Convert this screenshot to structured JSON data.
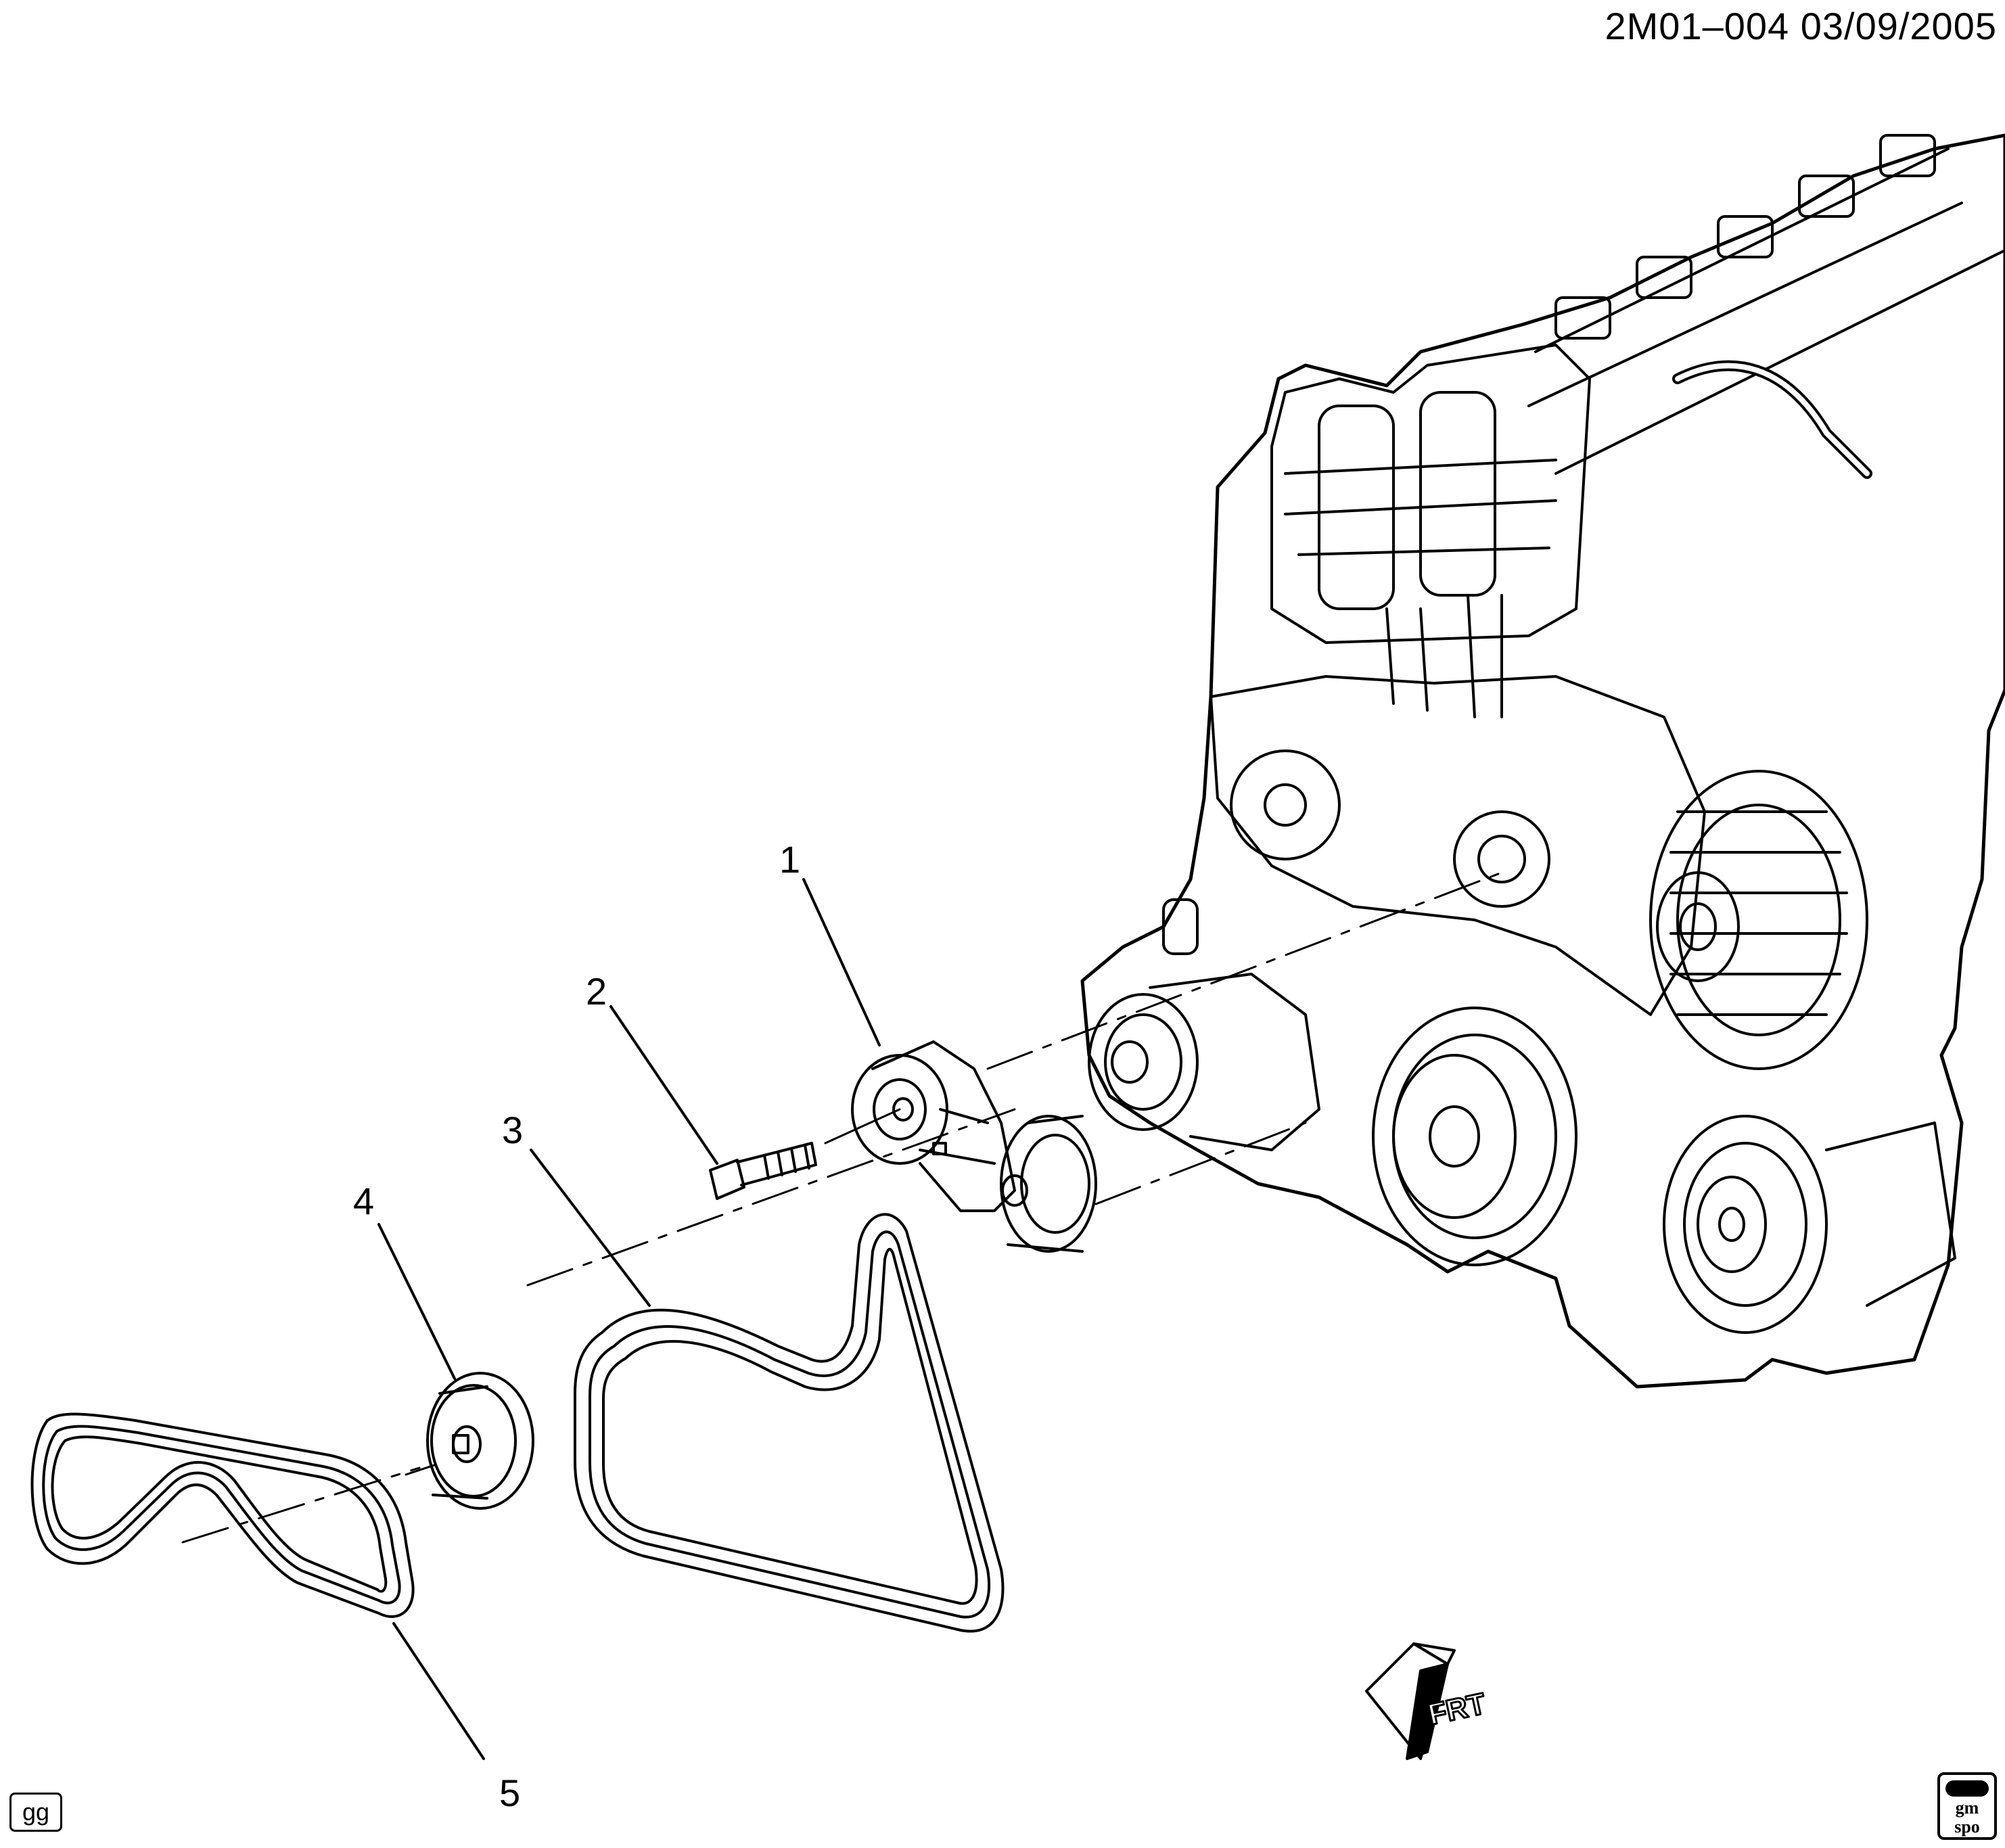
{
  "header": {
    "code": "2M01–004  03/09/2005"
  },
  "callouts": [
    {
      "number": "1",
      "target": "belt-tensioner"
    },
    {
      "number": "2",
      "target": "tensioner-bolt"
    },
    {
      "number": "3",
      "target": "drive-belt-large"
    },
    {
      "number": "4",
      "target": "idler-pulley"
    },
    {
      "number": "5",
      "target": "drive-belt-small"
    }
  ],
  "direction_arrow": {
    "label": "FRT",
    "icon": "front-direction-arrow-icon"
  },
  "footer": {
    "tag": "gg",
    "logo_line1": "gm",
    "logo_line2": "spo"
  }
}
